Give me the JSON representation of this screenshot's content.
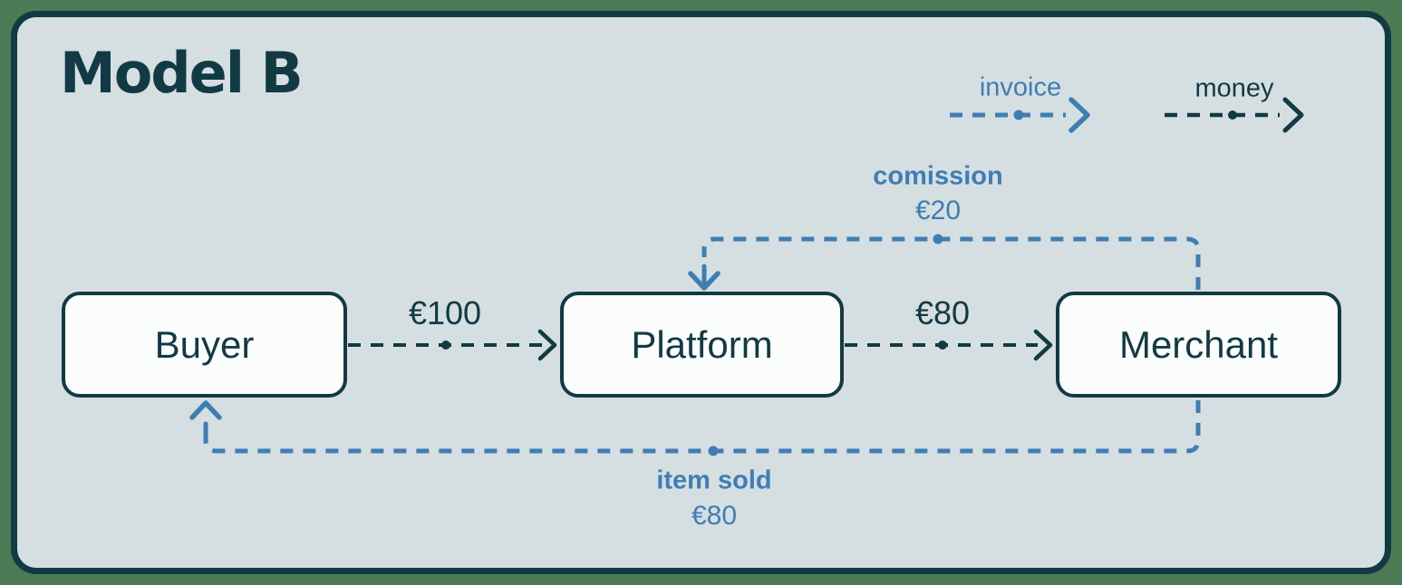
{
  "title": "Model B",
  "colors": {
    "background": "#4b7a54",
    "panel": "#d5dfe1",
    "dark": "#123a44",
    "blue": "#3f7eb3",
    "node_fill": "#fbfdfd"
  },
  "legend": {
    "items": [
      {
        "label": "invoice",
        "type": "invoice",
        "color": "#3f7eb3"
      },
      {
        "label": "money",
        "type": "money",
        "color": "#123a44"
      }
    ]
  },
  "nodes": [
    {
      "id": "buyer",
      "label": "Buyer"
    },
    {
      "id": "platform",
      "label": "Platform"
    },
    {
      "id": "merchant",
      "label": "Merchant"
    }
  ],
  "edges": [
    {
      "from": "Buyer",
      "to": "Platform",
      "type": "money",
      "label": "€100"
    },
    {
      "from": "Platform",
      "to": "Merchant",
      "type": "money",
      "label": "€80"
    },
    {
      "from": "Merchant",
      "to": "Platform",
      "type": "invoice",
      "label": "comission",
      "amount": "€20"
    },
    {
      "from": "Merchant",
      "to": "Buyer",
      "type": "invoice",
      "label": "item sold",
      "amount": "€80"
    }
  ]
}
